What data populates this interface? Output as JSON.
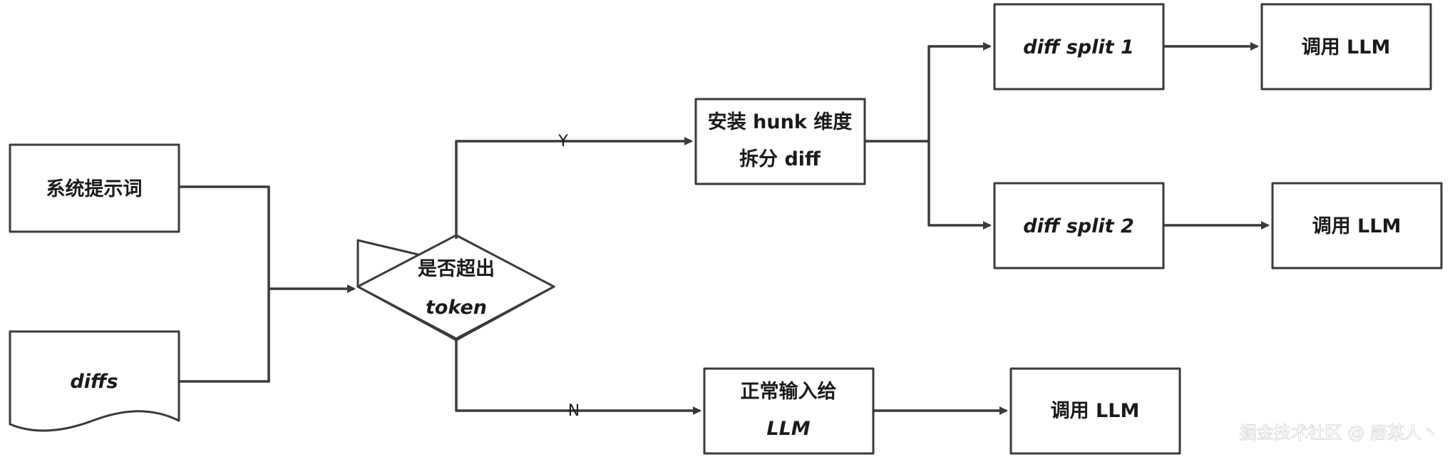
{
  "nodes": {
    "system_prompt": "系统提示词",
    "diffs": "diffs",
    "decision_line1": "是否超出",
    "decision_line2": "token",
    "split_by_hunk_line1": "安装 hunk 维度",
    "split_by_hunk_line2": "拆分 diff",
    "diff_split_1": "diff split 1",
    "diff_split_2": "diff split 2",
    "call_llm_1": "调用 LLM",
    "call_llm_2": "调用 LLM",
    "normal_input_line1": "正常输入给",
    "normal_input_line2": "LLM",
    "call_llm_3": "调用 LLM"
  },
  "edges": {
    "yes_label": "Y",
    "no_label": "N"
  },
  "watermark": "掘金技术社区 @ 唐某人丶"
}
